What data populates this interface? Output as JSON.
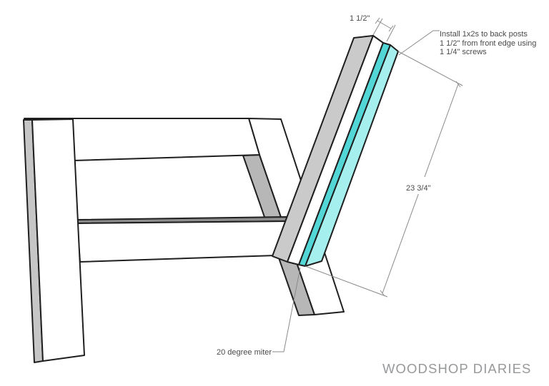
{
  "diagram": {
    "subject": "chair side assembly with 1x2 installed on back post",
    "dim_width_label": "1 1/2\"",
    "dim_length_label": "23 3/4\"",
    "note": {
      "line1": "Install 1x2s to back posts",
      "line2": "1 1/2\" from front edge using",
      "line3": "1 1/4\" screws"
    },
    "miter_label": "20 degree miter",
    "watermark": "WOODSHOP DIARIES"
  },
  "colors": {
    "face_white": "#ffffff",
    "wood_gray": "#cacaca",
    "wood_gray_leg": "#c6c6c6",
    "wood_shadow": "#b7b7b7",
    "edge_dark": "#8d8d8d",
    "accent_light": "#a5efef",
    "accent_dark": "#52d6d6",
    "line_color": "#1f1f1f",
    "dim_color": "#8a8a8a",
    "text_color": "#4a4a4a",
    "watermark_color": "#96989a"
  }
}
